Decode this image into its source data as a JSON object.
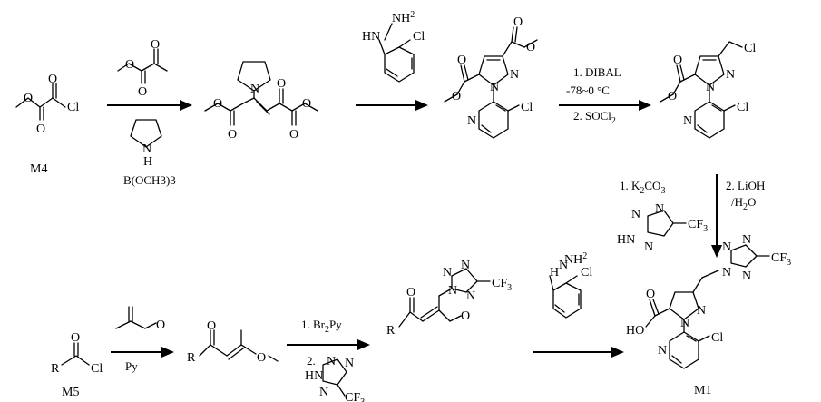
{
  "atoms": {
    "O": "O",
    "N": "N",
    "Cl": "Cl",
    "H": "H",
    "HN": "HN",
    "HO": "HO",
    "R": "R",
    "NH2": "NH",
    "two": "2",
    "CF3": "CF",
    "three": "3",
    "NH_stem": "H",
    "N_H": "N"
  },
  "compounds": {
    "m4_label": "M4",
    "m5_label": "M5",
    "m1_label": "M1"
  },
  "reagents": {
    "borate": "B(OCH3)3",
    "pyridine": "Py",
    "dibal": "1. DIBAL",
    "temp": "-78~0 °C",
    "socl2_prefix": "2. SOCl",
    "socl2_sub": "2",
    "k2co3": "1. K2CO3",
    "lioh": "2. LiOH",
    "water": "/H2O",
    "br2py": "1. Br2Py",
    "step2": "2."
  }
}
